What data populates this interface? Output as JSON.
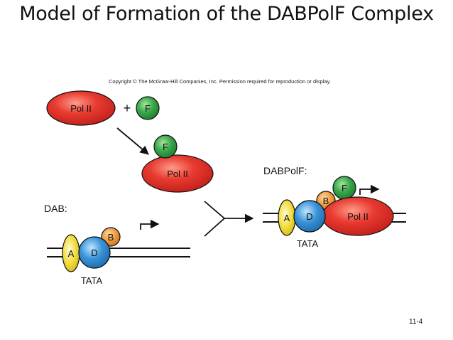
{
  "slide": {
    "title": "Model of Formation of the DABPolF Complex",
    "copyright": "Copyright © The McGraw-Hill Companies, Inc. Permission required for reproduction or display.",
    "slide_number": "11-4"
  },
  "diagram": {
    "plus_sign": "+",
    "pol_label": "Pol II",
    "factor_f": "F",
    "factor_a": "A",
    "factor_b": "B",
    "factor_d": "D",
    "tata_label": "TATA",
    "dab_label": "DAB:",
    "dabpolf_label": "DABPolF:"
  },
  "colors": {
    "pol_ii": "#e0322c",
    "factor_f": "#3aa84a",
    "factor_a": "#f2dc3c",
    "factor_b": "#ef9a3c",
    "factor_d": "#3a93d8",
    "dna": "#111111"
  }
}
